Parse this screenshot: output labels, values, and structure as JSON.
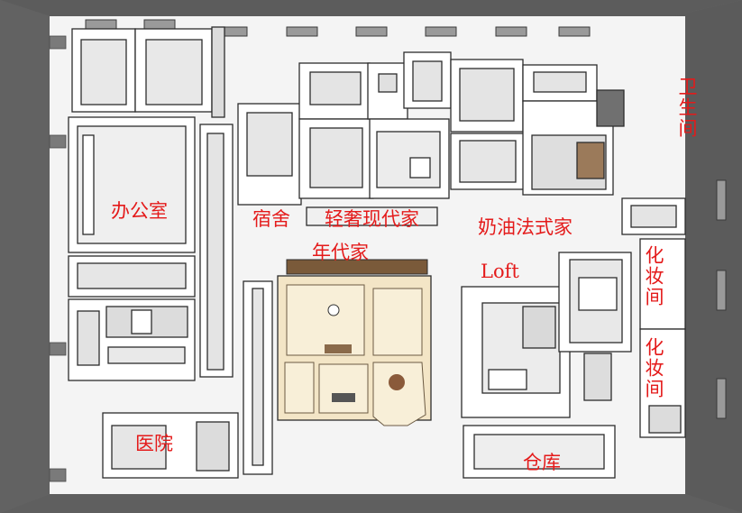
{
  "labels": {
    "office": "办公室",
    "dorm": "宿舍",
    "light_luxury": "轻奢现代家",
    "cream_french": "奶油法式家",
    "era_home": "年代家",
    "loft": "Loft",
    "bathroom": "卫生间",
    "makeup_room_1": "化妆间",
    "makeup_room_2": "化妆间",
    "hospital": "医院",
    "warehouse": "仓库"
  },
  "colors": {
    "label": "#e41a1a",
    "outer_wall": "#6d6d6d",
    "wall_top": "#ffffff",
    "floor": "#f4f4f4",
    "era_home_floor": "#f3e5c6",
    "era_home_trim": "#7a5a3a"
  }
}
